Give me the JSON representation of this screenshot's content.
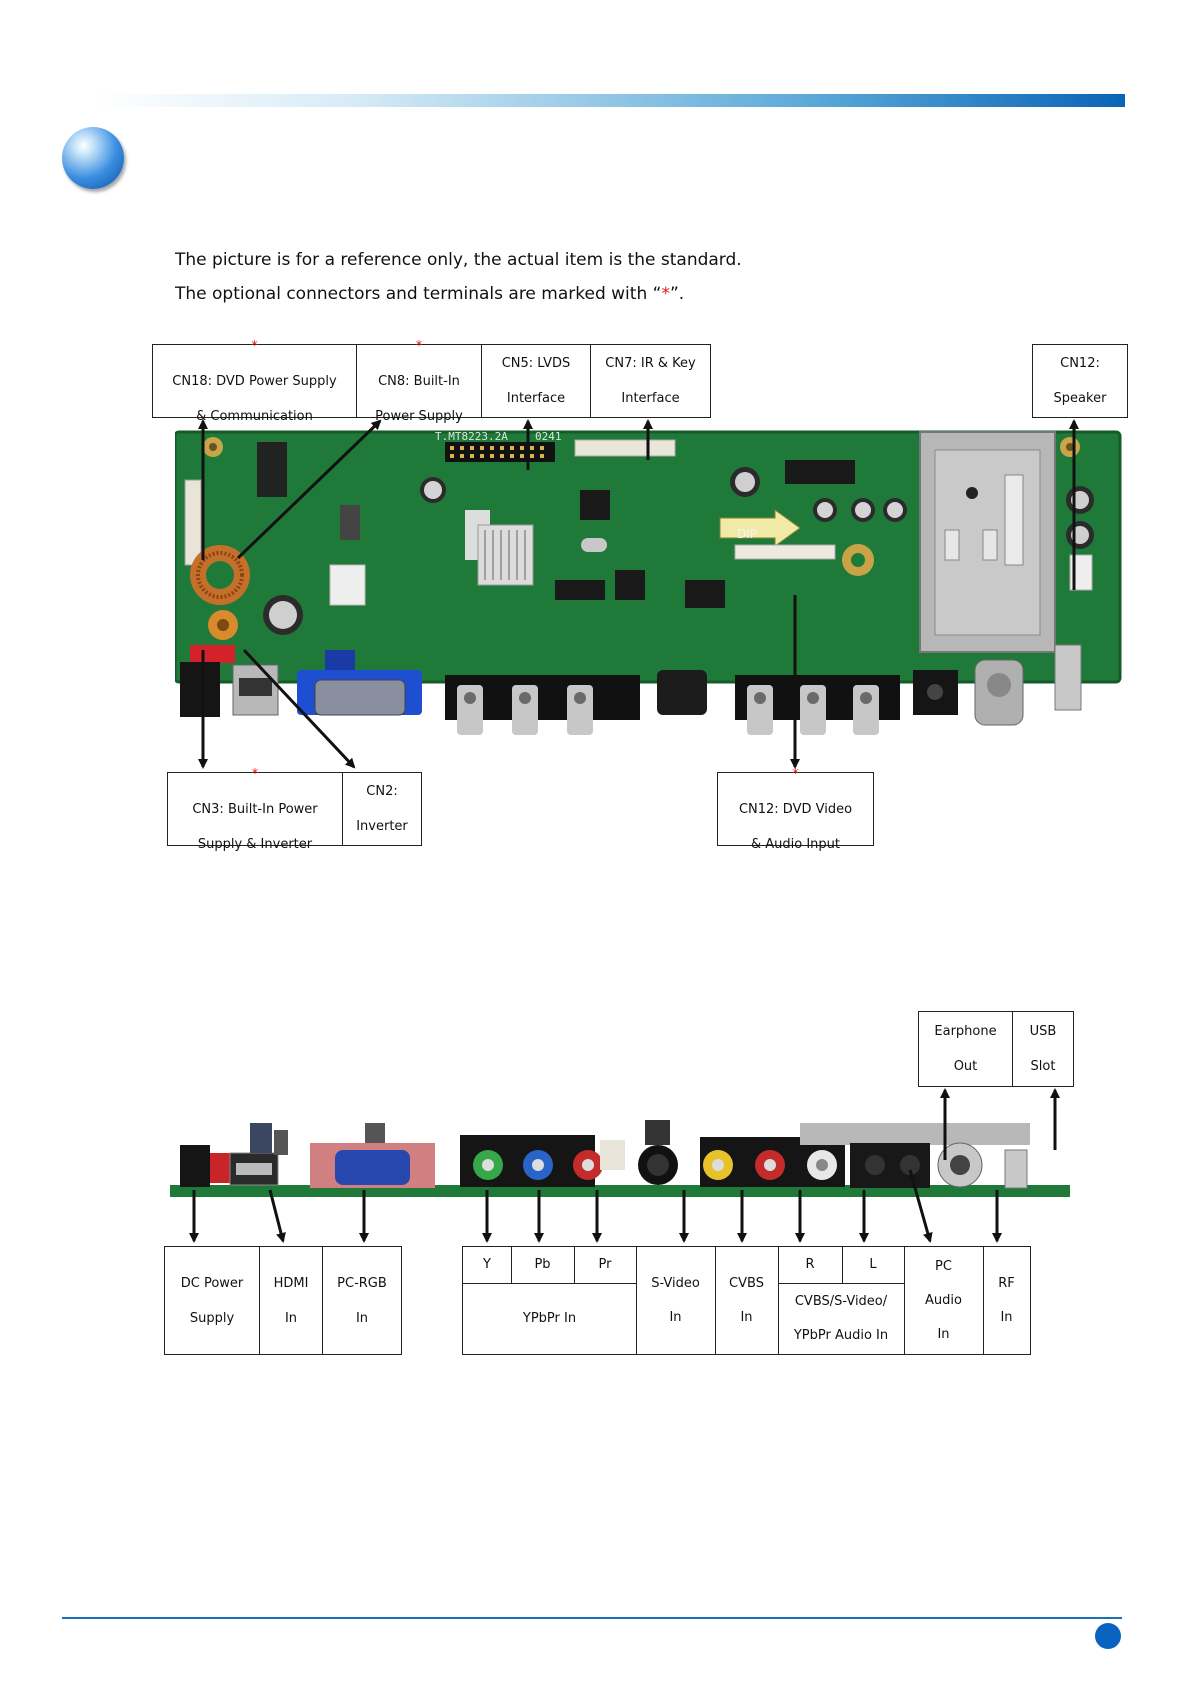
{
  "notes": {
    "line1": "The picture is for a reference only, the actual item is the standard.",
    "line2_before": "The optional connectors and terminals are marked with “",
    "line2_star": "*",
    "line2_after": "”."
  },
  "top_board": {
    "pcb_marking": "T.MT8223.2A",
    "pcb_marking_2": "0241",
    "arrow_marking": "DIP",
    "labels": {
      "cn18": {
        "star": "*",
        "line1": "CN18: DVD Power Supply",
        "line2": "& Communication"
      },
      "cn8": {
        "star": "*",
        "line1": "CN8: Built-In",
        "line2": "Power Supply"
      },
      "cn5": {
        "line1": "CN5: LVDS",
        "line2": "Interface"
      },
      "cn7": {
        "line1": "CN7: IR & Key",
        "line2": "Interface"
      },
      "cn12_speaker": {
        "line1": "CN12:",
        "line2": "Speaker"
      },
      "cn3": {
        "star": "*",
        "line1": "CN3: Built-In Power",
        "line2": "Supply & Inverter"
      },
      "cn2": {
        "line1": "CN2:",
        "line2": "Inverter"
      },
      "cn12_dvd": {
        "star": "*",
        "line1": "CN12: DVD Video",
        "line2": "& Audio Input"
      }
    }
  },
  "bottom_board": {
    "labels": {
      "earphone": {
        "line1": "Earphone",
        "line2": "Out"
      },
      "usb": {
        "line1": "USB",
        "line2": "Slot"
      },
      "dc_power": {
        "line1": "DC Power",
        "line2": "Supply"
      },
      "hdmi": {
        "line1": "HDMI",
        "line2": "In"
      },
      "pc_rgb": {
        "line1": "PC-RGB",
        "line2": "In"
      },
      "y": "Y",
      "pb": "Pb",
      "pr": "Pr",
      "ypbpr_in": "YPbPr In",
      "svideo": {
        "line1": "S-Video",
        "line2": "In"
      },
      "cvbs": {
        "line1": "CVBS",
        "line2": "In"
      },
      "r": "R",
      "l": "L",
      "audio_in": {
        "line1": "CVBS/S-Video/",
        "line2": "YPbPr Audio In"
      },
      "pc_audio": {
        "line1": "PC",
        "line2": "Audio",
        "line3": "In"
      },
      "rf": {
        "line1": "RF",
        "line2": "In"
      }
    }
  },
  "colors": {
    "pcb": "#1f7a3a",
    "pcb_dark": "#145a2a",
    "accent_blue": "#0a63c0",
    "star_red": "#e0191d"
  }
}
